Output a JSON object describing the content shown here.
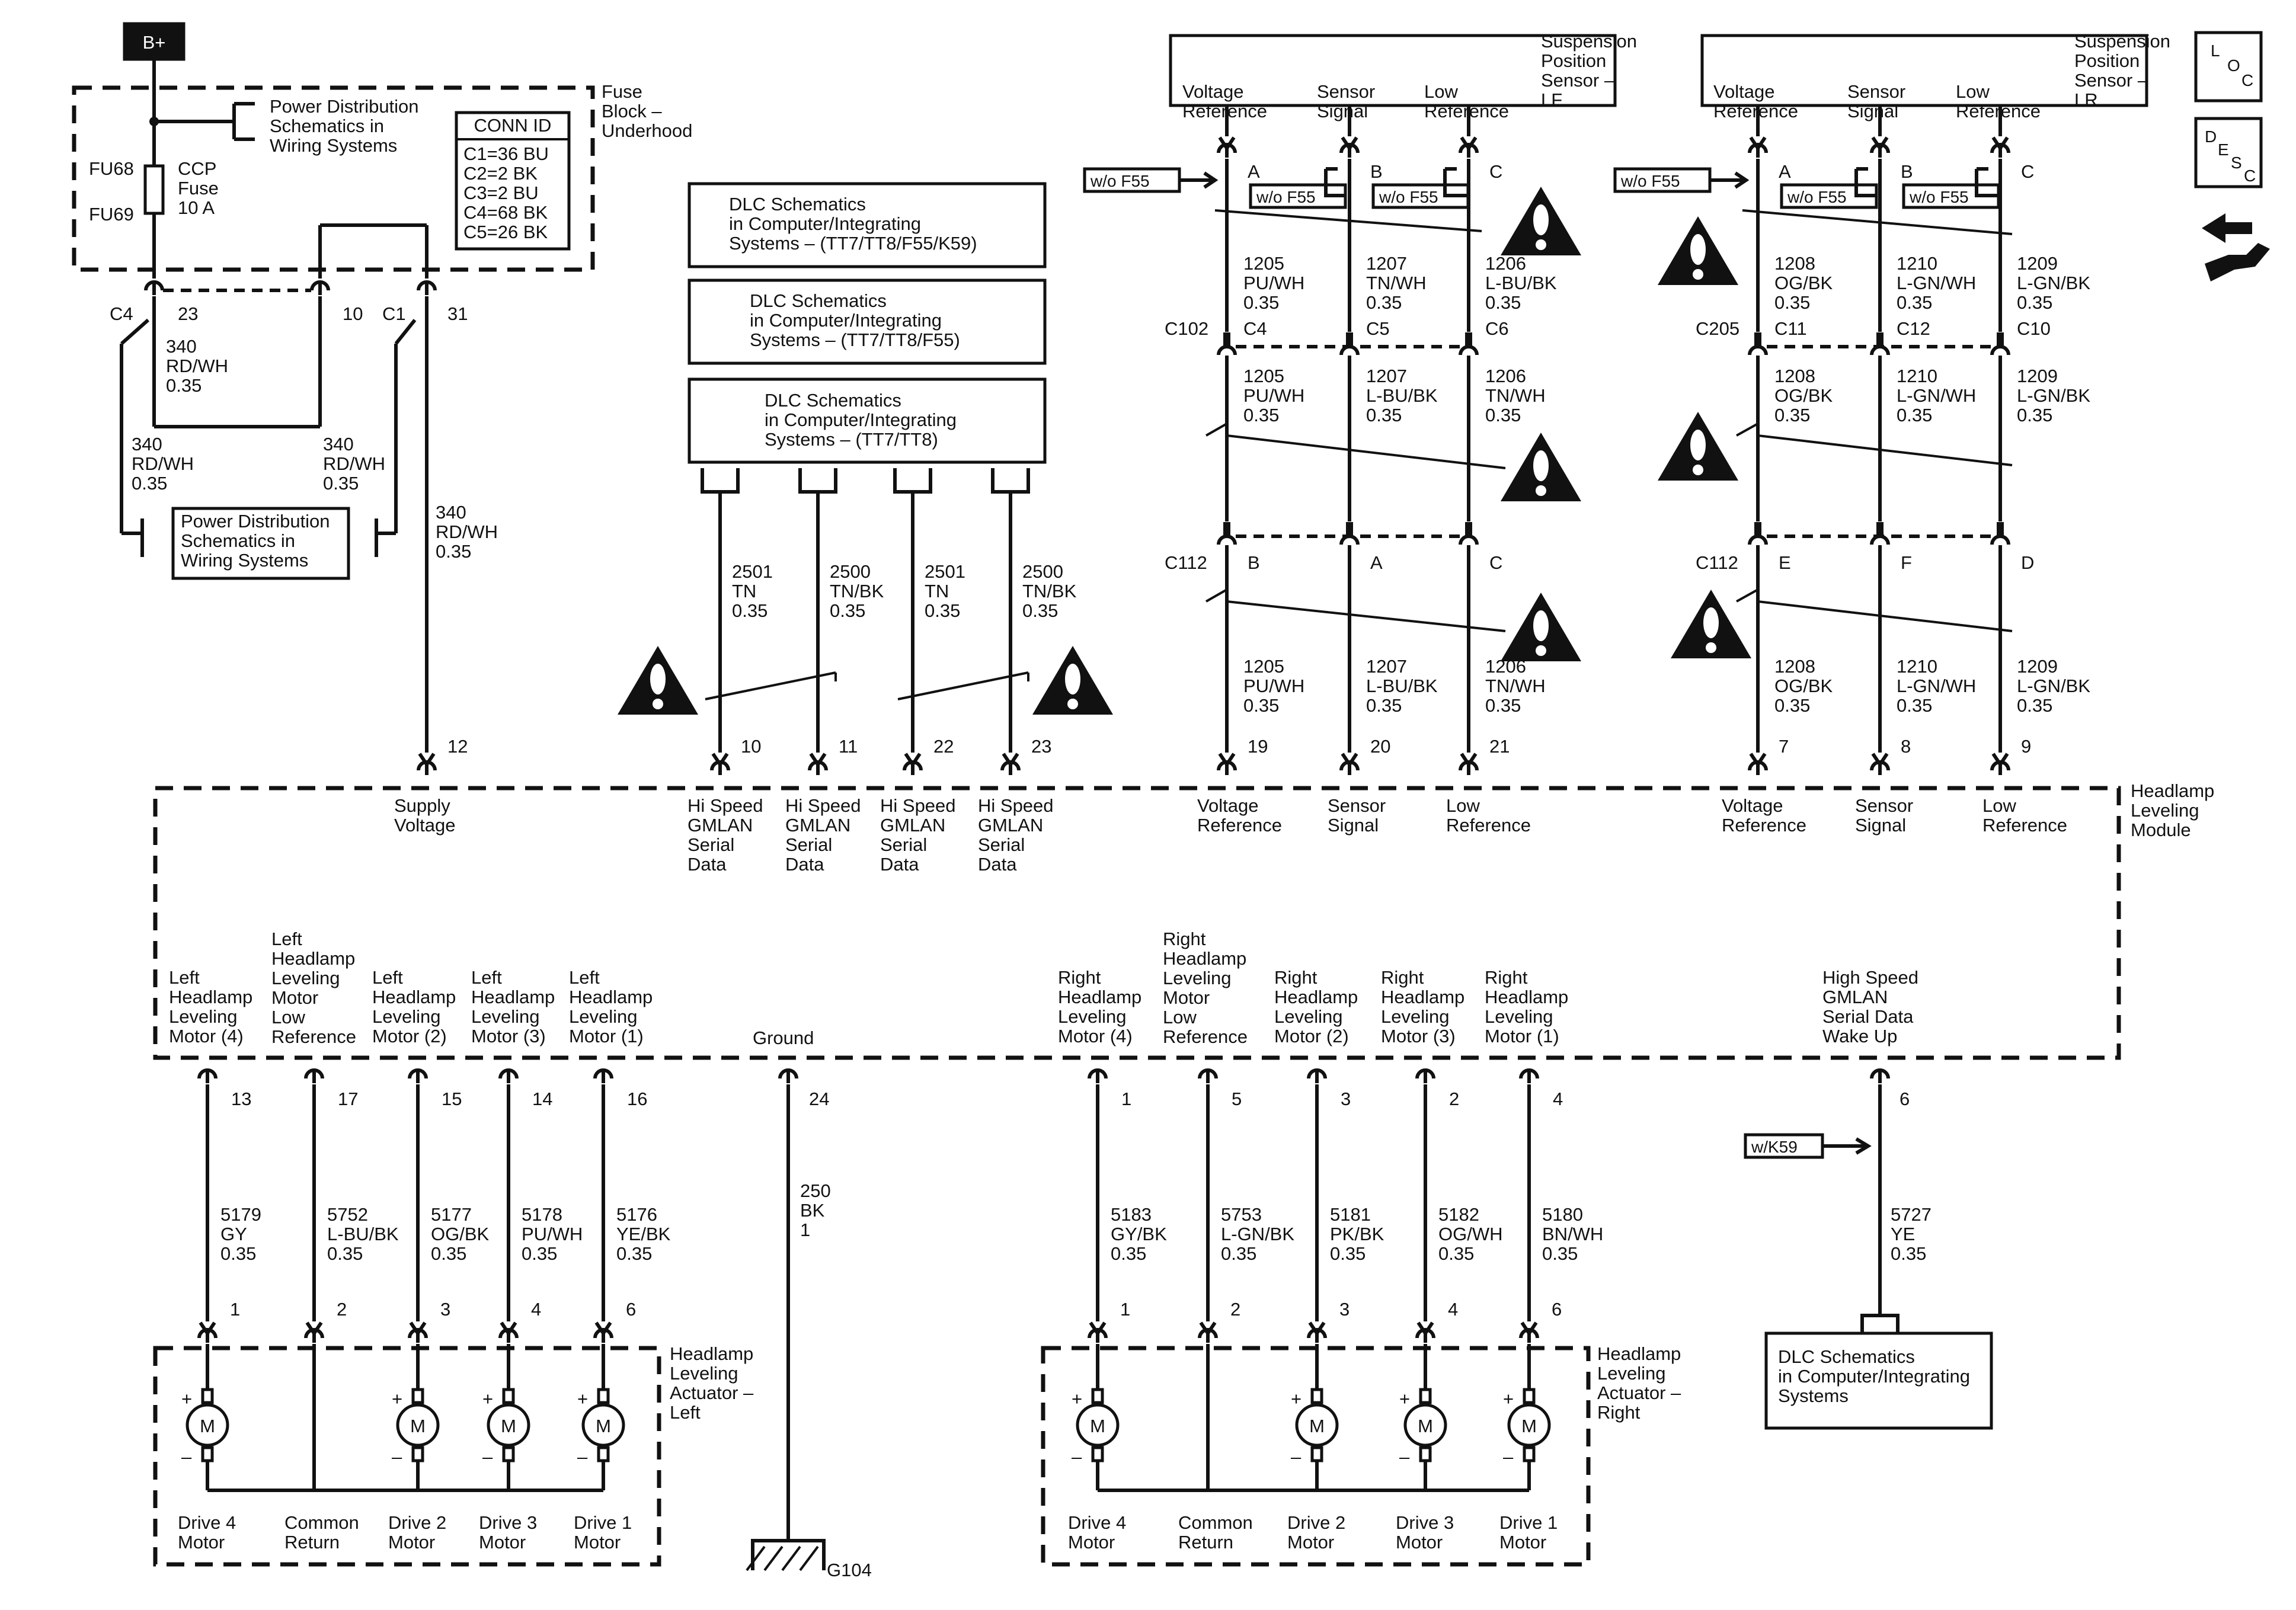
{
  "power": {
    "battery": "B+",
    "fuse_top": "FU68",
    "fuse_bottom": "FU69",
    "fuse_name": [
      "CCP",
      "Fuse",
      "10 A"
    ],
    "pds_top": [
      "Power Distribution",
      "Schematics in",
      "Wiring Systems"
    ],
    "pds_box": [
      "Power Distribution",
      "Schematics in",
      "Wiring Systems"
    ],
    "fuse_block": [
      "Fuse",
      "Block –",
      "Underhood"
    ],
    "conn_id_title": "CONN ID",
    "conn_ids": [
      "C1=36 BU",
      "C2=2 BK",
      "C3=2 BU",
      "C4=68 BK",
      "C5=26 BK"
    ],
    "c4_label": "C4",
    "c1_label": "C1",
    "pins": [
      "23",
      "10",
      "31",
      "12"
    ],
    "wire_jumper": [
      "340",
      "RD/WH",
      "0.35"
    ],
    "wire_left": [
      "340",
      "RD/WH",
      "0.35"
    ],
    "wire_mid": [
      "340",
      "RD/WH",
      "0.35"
    ],
    "wire_supply": [
      "340",
      "RD/WH",
      "0.35"
    ]
  },
  "dlc": {
    "box1": [
      "DLC Schematics",
      "in Computer/Integrating",
      "Systems – (TT7/TT8/F55/K59)"
    ],
    "box2": [
      "DLC Schematics",
      "in Computer/Integrating",
      "Systems – (TT7/TT8/F55)"
    ],
    "box3": [
      "DLC Schematics",
      "in Computer/Integrating",
      "Systems – (TT7/TT8)"
    ],
    "wires": [
      {
        "num": "2501",
        "color": "TN",
        "gauge": "0.35",
        "pin": "10"
      },
      {
        "num": "2500",
        "color": "TN/BK",
        "gauge": "0.35",
        "pin": "11"
      },
      {
        "num": "2501",
        "color": "TN",
        "gauge": "0.35",
        "pin": "22"
      },
      {
        "num": "2500",
        "color": "TN/BK",
        "gauge": "0.35",
        "pin": "23"
      }
    ],
    "wakeup_box": [
      "DLC Schematics",
      "in Computer/Integrating",
      "Systems"
    ]
  },
  "sensor_lf": {
    "title": [
      "Suspension",
      "Position",
      "Sensor –",
      "LF"
    ],
    "labels": [
      [
        "Voltage",
        "Reference"
      ],
      [
        "Sensor",
        "Signal"
      ],
      [
        "Low",
        "Reference"
      ]
    ],
    "pins_top": [
      "A",
      "B",
      "C"
    ],
    "option": "w/o F55",
    "wires_top": [
      [
        "1205",
        "PU/WH",
        "0.35"
      ],
      [
        "1207",
        "TN/WH",
        "0.35"
      ],
      [
        "1206",
        "L-BU/BK",
        "0.35"
      ]
    ],
    "conn_mid": "C102",
    "conn_mid_pins": [
      "C4",
      "C5",
      "C6"
    ],
    "wires_mid": [
      [
        "1205",
        "PU/WH",
        "0.35"
      ],
      [
        "1207",
        "L-BU/BK",
        "0.35"
      ],
      [
        "1206",
        "TN/WH",
        "0.35"
      ]
    ],
    "conn_low": "C112",
    "conn_low_pins": [
      "B",
      "A",
      "C"
    ],
    "wires_low": [
      [
        "1205",
        "PU/WH",
        "0.35"
      ],
      [
        "1207",
        "L-BU/BK",
        "0.35"
      ],
      [
        "1206",
        "TN/WH",
        "0.35"
      ]
    ],
    "module_pins": [
      "19",
      "20",
      "21"
    ]
  },
  "sensor_lr": {
    "title": [
      "Suspension",
      "Position",
      "Sensor –",
      "LR"
    ],
    "labels": [
      [
        "Voltage",
        "Reference"
      ],
      [
        "Sensor",
        "Signal"
      ],
      [
        "Low",
        "Reference"
      ]
    ],
    "pins_top": [
      "A",
      "B",
      "C"
    ],
    "option": "w/o F55",
    "wires_top": [
      [
        "1208",
        "OG/BK",
        "0.35"
      ],
      [
        "1210",
        "L-GN/WH",
        "0.35"
      ],
      [
        "1209",
        "L-GN/BK",
        "0.35"
      ]
    ],
    "conn_mid": "C205",
    "conn_mid_pins": [
      "C11",
      "C12",
      "C10"
    ],
    "wires_mid": [
      [
        "1208",
        "OG/BK",
        "0.35"
      ],
      [
        "1210",
        "L-GN/WH",
        "0.35"
      ],
      [
        "1209",
        "L-GN/BK",
        "0.35"
      ]
    ],
    "conn_low": "C112",
    "conn_low_pins": [
      "E",
      "F",
      "D"
    ],
    "wires_low": [
      [
        "1208",
        "OG/BK",
        "0.35"
      ],
      [
        "1210",
        "L-GN/WH",
        "0.35"
      ],
      [
        "1209",
        "L-GN/BK",
        "0.35"
      ]
    ],
    "module_pins": [
      "7",
      "8",
      "9"
    ]
  },
  "module": {
    "name": [
      "Headlamp",
      "Leveling",
      "Module"
    ],
    "top_labels": [
      [
        "Supply",
        "Voltage"
      ],
      [
        "Hi Speed",
        "GMLAN",
        "Serial",
        "Data"
      ],
      [
        "Hi Speed",
        "GMLAN",
        "Serial",
        "Data"
      ],
      [
        "Hi Speed",
        "GMLAN",
        "Serial",
        "Data"
      ],
      [
        "Hi Speed",
        "GMLAN",
        "Serial",
        "Data"
      ],
      [
        "Voltage",
        "Reference"
      ],
      [
        "Sensor",
        "Signal"
      ],
      [
        "Low",
        "Reference"
      ],
      [
        "Voltage",
        "Reference"
      ],
      [
        "Sensor",
        "Signal"
      ],
      [
        "Low",
        "Reference"
      ]
    ],
    "left_labels": [
      [
        "Left",
        "Headlamp",
        "Leveling",
        "Motor (4)"
      ],
      [
        "Left",
        "Headlamp",
        "Leveling",
        "Motor",
        "Low",
        "Reference"
      ],
      [
        "Left",
        "Headlamp",
        "Leveling",
        "Motor (2)"
      ],
      [
        "Left",
        "Headlamp",
        "Leveling",
        "Motor (3)"
      ],
      [
        "Left",
        "Headlamp",
        "Leveling",
        "Motor (1)"
      ]
    ],
    "ground_label": "Ground",
    "right_labels": [
      [
        "Right",
        "Headlamp",
        "Leveling",
        "Motor (4)"
      ],
      [
        "Right",
        "Headlamp",
        "Leveling",
        "Motor",
        "Low",
        "Reference"
      ],
      [
        "Right",
        "Headlamp",
        "Leveling",
        "Motor (2)"
      ],
      [
        "Right",
        "Headlamp",
        "Leveling",
        "Motor (3)"
      ],
      [
        "Right",
        "Headlamp",
        "Leveling",
        "Motor (1)"
      ]
    ],
    "wakeup_label": [
      "High Speed",
      "GMLAN",
      "Serial Data",
      "Wake Up"
    ]
  },
  "left_actuator": {
    "name": [
      "Headlamp",
      "Leveling",
      "Actuator –",
      "Left"
    ],
    "module_pins": [
      "13",
      "17",
      "15",
      "14",
      "16"
    ],
    "wires": [
      [
        "5179",
        "GY",
        "0.35"
      ],
      [
        "5752",
        "L-BU/BK",
        "0.35"
      ],
      [
        "5177",
        "OG/BK",
        "0.35"
      ],
      [
        "5178",
        "PU/WH",
        "0.35"
      ],
      [
        "5176",
        "YE/BK",
        "0.35"
      ]
    ],
    "pins": [
      "1",
      "2",
      "3",
      "4",
      "6"
    ],
    "bottom": [
      [
        "Drive 4",
        "Motor"
      ],
      [
        "Common",
        "Return"
      ],
      [
        "Drive 2",
        "Motor"
      ],
      [
        "Drive 3",
        "Motor"
      ],
      [
        "Drive 1",
        "Motor"
      ]
    ]
  },
  "right_actuator": {
    "name": [
      "Headlamp",
      "Leveling",
      "Actuator –",
      "Right"
    ],
    "module_pins": [
      "1",
      "5",
      "3",
      "2",
      "4"
    ],
    "wires": [
      [
        "5183",
        "GY/BK",
        "0.35"
      ],
      [
        "5753",
        "L-GN/BK",
        "0.35"
      ],
      [
        "5181",
        "PK/BK",
        "0.35"
      ],
      [
        "5182",
        "OG/WH",
        "0.35"
      ],
      [
        "5180",
        "BN/WH",
        "0.35"
      ]
    ],
    "pins": [
      "1",
      "2",
      "3",
      "4",
      "6"
    ],
    "bottom": [
      [
        "Drive 4",
        "Motor"
      ],
      [
        "Common",
        "Return"
      ],
      [
        "Drive 2",
        "Motor"
      ],
      [
        "Drive 3",
        "Motor"
      ],
      [
        "Drive 1",
        "Motor"
      ]
    ]
  },
  "ground": {
    "pin": "24",
    "wire": [
      "250",
      "BK",
      "1"
    ],
    "name": "G104"
  },
  "wakeup": {
    "option": "w/K59",
    "pin": "6",
    "wire": [
      "5727",
      "YE",
      "0.35"
    ]
  },
  "icons": {
    "loc": [
      "L",
      "O",
      "C"
    ],
    "desc": [
      "D",
      "E",
      "S",
      "C"
    ]
  },
  "motor_symbol": "M",
  "plus": "+",
  "minus": "–"
}
